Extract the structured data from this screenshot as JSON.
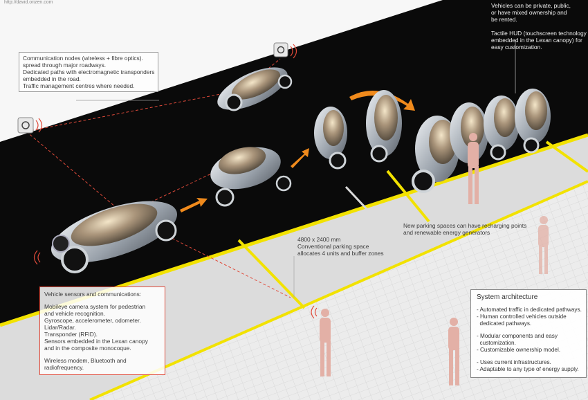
{
  "url_text": "http://david.orizen.com",
  "communication_note": [
    "Communication nodes (wireless + fibre optics).",
    "spread through major roadways.",
    "Dedicated paths with electromagnetic transponders",
    "embedded in the road.",
    "Traffic management centres where needed."
  ],
  "ownership_note": [
    "Vehicles can be private, public,",
    "or have mixed ownership and",
    "be rented.",
    "",
    "Tactile HUD (touchscreen technology",
    "embedded in the Lexan canopy) for",
    "easy customization."
  ],
  "parking_spaces_note": [
    "New parking spaces can have recharging points",
    "and renewable energy generators"
  ],
  "conventional_parking_note": [
    "4800 x 2400 mm",
    "Conventional parking space",
    "allocates 4 units and buffer zones"
  ],
  "sensors_note": {
    "title": "Vehicle sensors and communications:",
    "lines": [
      "Mobileye camera system for pedestrian",
      "and vehicle recognition.",
      "Gyroscope, accelerometer, odometer.",
      "Lidar/Radar.",
      "Transponder (RFID).",
      "Sensors embedded in the Lexan canopy",
      "and in the composite monocoque."
    ],
    "lines2": [
      "Wireless modem, Bluetooth and",
      "radiofrequency."
    ]
  },
  "system_architecture": {
    "title": "System architecture",
    "group1": [
      "- Automated traffic in dedicated pathways.",
      "- Human controlled vehicles outside",
      "  dedicated pathways."
    ],
    "group2": [
      "- Modular components and easy",
      "  customization.",
      "- Customizable ownership model."
    ],
    "group3": [
      "- Uses current infrastructures.",
      "- Adaptable to any type of energy supply."
    ]
  },
  "colors": {
    "road": "#0a0a0a",
    "curb_yellow": "#f2e200",
    "sidewalk": "#e6e6e6",
    "accent_orange": "#f08a1c",
    "signal_red": "#e04a3a",
    "figure_pink": "#e3b0a6"
  }
}
